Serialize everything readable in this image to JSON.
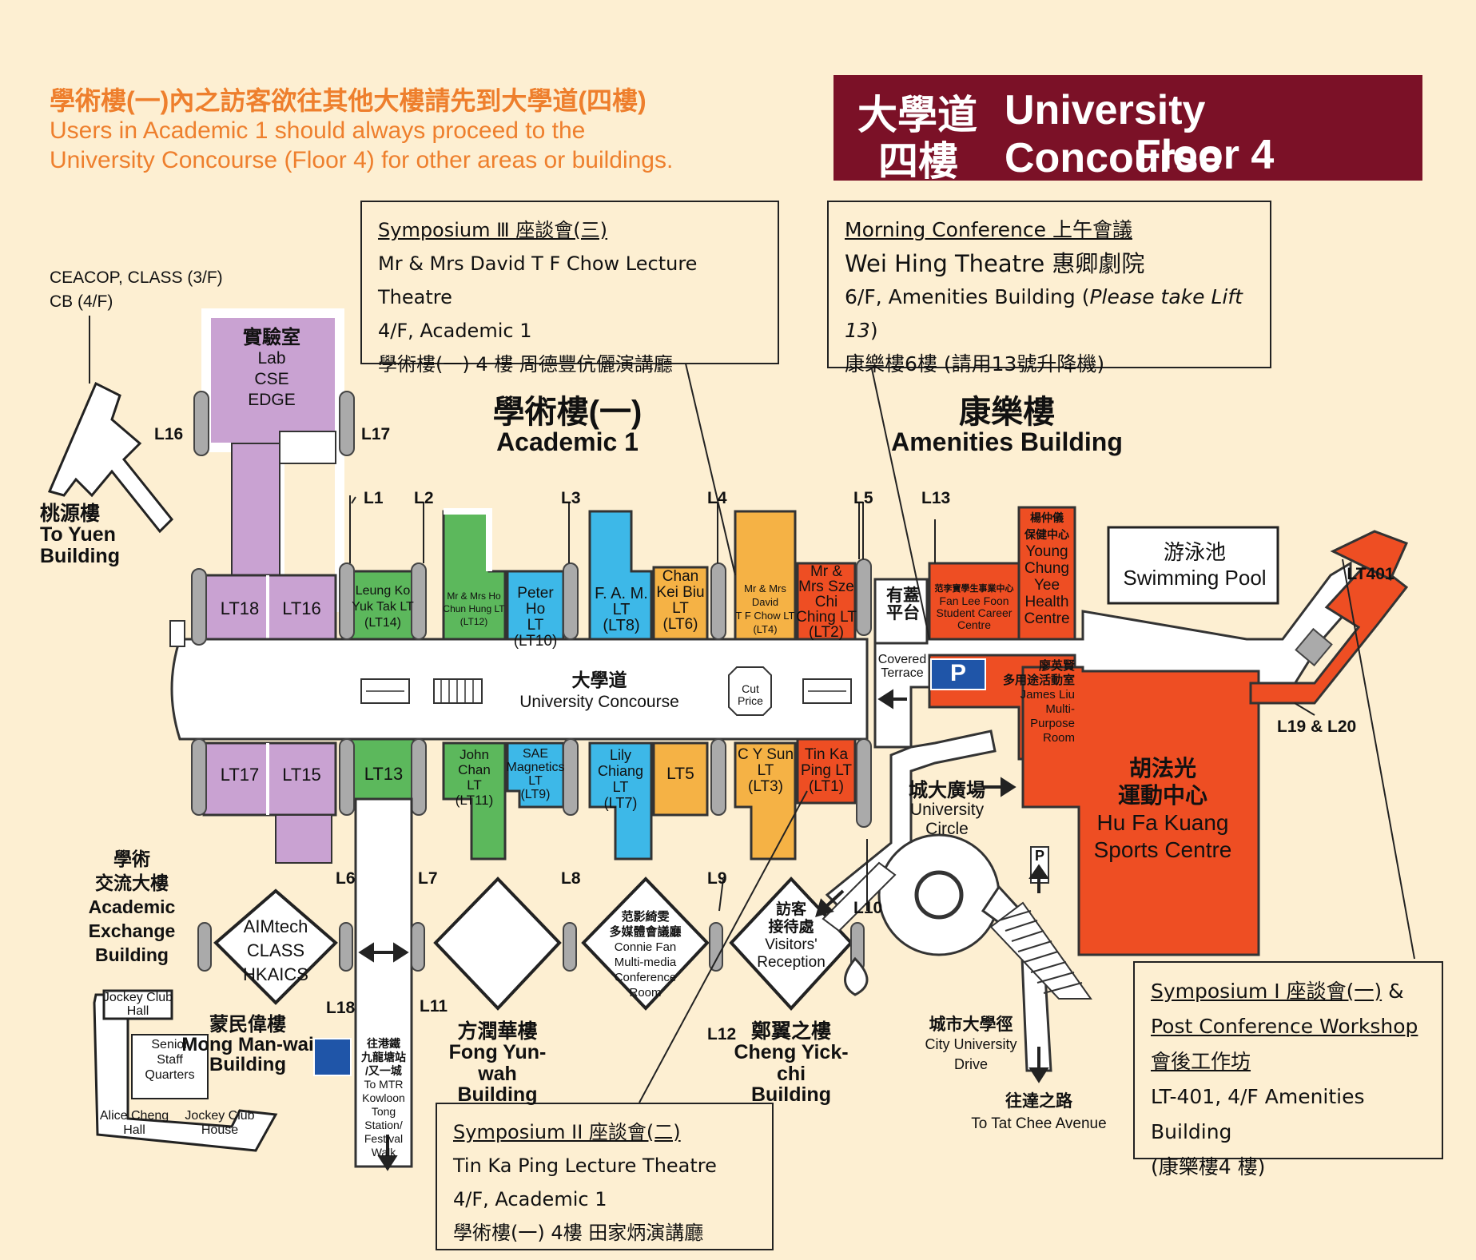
{
  "notice": {
    "cn": "學術樓(一)內之訪客欲往其他大樓請先到大學道(四樓)",
    "en1": "Users in Academic 1 should always proceed to the",
    "en2": "University Concourse (Floor 4) for other areas or buildings."
  },
  "title": {
    "cn1": "大學道",
    "cn2": "四樓",
    "en1": "University Concourse",
    "en2": "Floor 4",
    "bg_color": "#7b1127"
  },
  "boxes": {
    "sym3": {
      "head": "Symposium Ⅲ  座談會(三)",
      "l1": "Mr & Mrs David T F Chow Lecture Theatre",
      "l2": "4/F, Academic 1",
      "l3": "學術樓(一) 4 樓 周德豐伉儷演講廳"
    },
    "morning": {
      "head": "Morning Conference  上午會議",
      "l1": "Wei Hing Theatre  惠卿劇院",
      "l2a": "6/F, Amenities Building  (",
      "l2b": "Please take Lift 13",
      "l2c": ")",
      "l3": "康樂樓6樓 (請用13號升降機)"
    },
    "sym1": {
      "head1": "Symposium I  座談會(一)",
      "amp": " &",
      "head2": "Post Conference Workshop",
      "head3": "會後工作坊",
      "l1": "LT-401, 4/F Amenities Building",
      "l2": "(康樂樓4 樓)"
    },
    "sym2": {
      "head": "Symposium II 座談會(二)",
      "l1": "Tin Ka Ping Lecture Theatre",
      "l2": "4/F, Academic 1",
      "l3": "學術樓(一) 4樓 田家炳演講廳"
    }
  },
  "buildings": {
    "academic1_cn": "學術樓(一)",
    "academic1_en": "Academic 1",
    "amenities_cn": "康樂樓",
    "amenities_en": "Amenities Building",
    "ceacop": "CEACOP, CLASS (3/F)",
    "cb": "CB (4/F)",
    "toyuen_cn": "桃源樓",
    "toyuen_en1": "To Yuen",
    "toyuen_en2": "Building",
    "lab_cn": "實驗室",
    "lab_en": "Lab",
    "lab_cse": "CSE",
    "lab_edge": "EDGE",
    "swim_cn": "游泳池",
    "swim_en": "Swimming Pool",
    "covered_cn1": "有蓋",
    "covered_cn2": "平台",
    "covered_en1": "Covered",
    "covered_en2": "Terrace",
    "aeb_cn1": "學術",
    "aeb_cn2": "交流大樓",
    "aeb_en1": "Academic",
    "aeb_en2": "Exchange",
    "aeb_en3": "Building",
    "aimtech1": "AIMtech",
    "aimtech2": "CLASS",
    "aimtech3": "HKAICS",
    "mmw_cn": "蒙民偉樓",
    "mmw_en1": "Mong Man-wai",
    "mmw_en2": "Building",
    "fyw_cn": "方潤華樓",
    "fyw_en1": "Fong Yun-wah",
    "fyw_en2": "Building",
    "cyc_cn": "鄭翼之樓",
    "cyc_en1": "Cheng Yick-chi",
    "cyc_en2": "Building",
    "cf_cn1": "范影綺雯",
    "cf_cn2": "多媒體會議廳",
    "cf_en1": "Connie Fan",
    "cf_en2": "Multi-media",
    "cf_en3": "Conference",
    "cf_en4": "Room",
    "vr_cn1": "訪客",
    "vr_cn2": "接待處",
    "vr_en": "Visitors' Reception",
    "uc_cn": "城大廣場",
    "uc_en1": "University",
    "uc_en2": "Circle",
    "hfk_cn1": "胡法光",
    "hfk_cn2": "運動中心",
    "hfk_en1": "Hu Fa Kuang",
    "hfk_en2": "Sports Centre",
    "cud_cn": "城市大學徑",
    "cud_en1": "City University",
    "cud_en2": "Drive",
    "tca_cn": "往達之路",
    "tca_en": "To Tat Chee Avenue",
    "mtr_cn1": "往港鐵",
    "mtr_cn2": "九龍塘站",
    "mtr_cn3": "/又一城",
    "mtr_en1": "To MTR",
    "mtr_en2": "Kowloon",
    "mtr_en3": "Tong",
    "mtr_en4": "Station/",
    "mtr_en5": "Festival",
    "mtr_en6": "Walk",
    "jch": "Jockey Club",
    "jch2": "Hall",
    "ssq1": "Senior",
    "ssq2": "Staff",
    "ssq3": "Quarters",
    "ach1": "Alice Cheng",
    "ach2": "Hall",
    "jchouse1": "Jockey Club",
    "jchouse2": "House",
    "concourse_cn": "大學道",
    "concourse_en": "University Concourse",
    "cutprice": "Cut Price",
    "fanlee_cn": "范李寶學生事業中心",
    "fanlee_en1": "Fan Lee Foon",
    "fanlee_en2": "Student Career",
    "fanlee_en3": "Centre",
    "ycy_cn1": "楊仲儀",
    "ycy_cn2": "保健中心",
    "ycy_en1": "Young",
    "ycy_en2": "Chung",
    "ycy_en3": "Yee",
    "ycy_en4": "Health",
    "ycy_en5": "Centre",
    "jl_cn1": "廖英賢",
    "jl_cn2": "多用途活動室",
    "jl_en1": "James Liu",
    "jl_en2": "Multi-",
    "jl_en3": "Purpose",
    "jl_en4": "Room",
    "lt401": "LT401",
    "p": "P"
  },
  "theatres": {
    "lt18": "LT18",
    "lt16": "LT16",
    "lt17": "LT17",
    "lt15": "LT15",
    "lt14a": "Leung Ko",
    "lt14b": "Yuk Tak LT",
    "lt14c": "(LT14)",
    "lt12a": "Mr & Mrs Ho",
    "lt12b": "Chun Hung LT",
    "lt12c": "(LT12)",
    "lt10a": "Peter Ho",
    "lt10b": "LT",
    "lt10c": "(LT10)",
    "lt8a": "F. A. M.",
    "lt8b": "LT",
    "lt8c": "(LT8)",
    "lt6a": "Chan",
    "lt6b": "Kei Biu",
    "lt6c": "LT",
    "lt6d": "(LT6)",
    "lt4a": "Mr & Mrs",
    "lt4b": "David",
    "lt4c": "T F Chow LT",
    "lt4d": "(LT4)",
    "lt2a": "Mr &",
    "lt2b": "Mrs Sze",
    "lt2c": "Chi",
    "lt2d": "Ching LT",
    "lt2e": "(LT2)",
    "lt13": "LT13",
    "lt11a": "John Chan",
    "lt11b": "LT",
    "lt11c": "(LT11)",
    "lt9a": "SAE",
    "lt9b": "Magnetics",
    "lt9c": "LT",
    "lt9d": "(LT9)",
    "lt7a": "Lily",
    "lt7b": "Chiang LT",
    "lt7c": "(LT7)",
    "lt5": "LT5",
    "lt3a": "C Y Sun",
    "lt3b": "LT",
    "lt3c": "(LT3)",
    "lt1a": "Tin Ka",
    "lt1b": "Ping LT",
    "lt1c": "(LT1)"
  },
  "lifts": {
    "l1": "L1",
    "l2": "L2",
    "l3": "L3",
    "l4": "L4",
    "l5": "L5",
    "l6": "L6",
    "l7": "L7",
    "l8": "L8",
    "l9": "L9",
    "l10": "L10",
    "l11": "L11",
    "l12": "L12",
    "l13": "L13",
    "l16": "L16",
    "l17": "L17",
    "l18": "L18",
    "l19_20": "L19 & L20"
  },
  "colors": {
    "purple": "#c9a2d2",
    "green": "#5cb85c",
    "blue": "#3db8e8",
    "orange": "#f5b245",
    "red": "#ee4e23",
    "accent": "#ee7f2d"
  }
}
